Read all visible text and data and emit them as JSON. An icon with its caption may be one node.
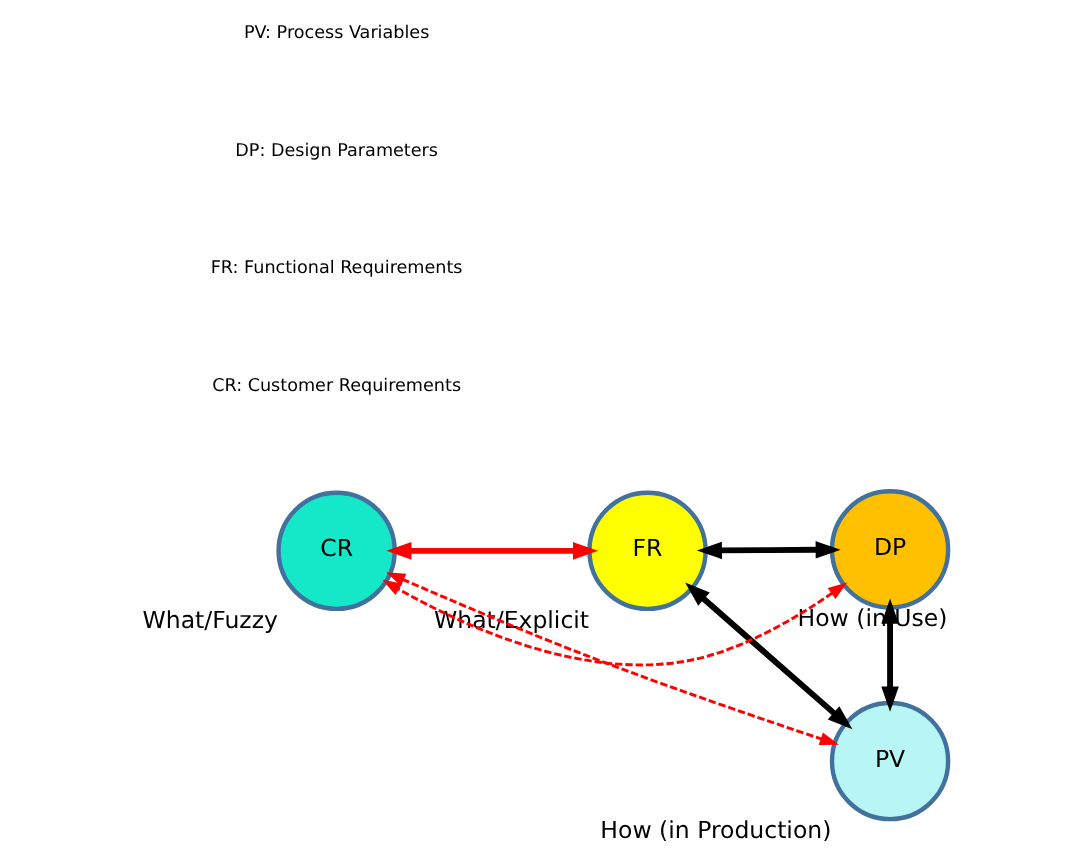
{
  "diagram": {
    "nodes": [
      {
        "text": [
          "CR"
        ],
        "beside": [
          "What/Fuzzy"
        ]
      },
      {
        "text": [
          "FR"
        ],
        "beside": [
          "What/Explicit"
        ]
      },
      {
        "text": [
          "DP"
        ],
        "beside": [
          "How (in Use)"
        ]
      },
      {
        "text": [
          "PV"
        ],
        "beside": [
          "How (in Production)"
        ]
      }
    ],
    "edges": [
      {
        "from": 0,
        "to": 1,
        "arrow": "both",
        "color": "#ff0000"
      },
      {
        "from": 2,
        "to": 0,
        "arrow": "both",
        "style": "dashed",
        "color": "#ff0000"
      },
      {
        "from": 0,
        "to": 3,
        "arrow": "both",
        "style": "dashed",
        "color": "#ff0000"
      },
      {
        "from": 1,
        "to": 2,
        "arrow": "both",
        "color": "#000000"
      },
      {
        "from": 2,
        "to": 3,
        "arrow": "both",
        "color": "#000000"
      },
      {
        "from": 1,
        "to": 3,
        "arrow": "both",
        "color": "#000000"
      }
    ],
    "labels": [
      "CR: Customer Requirements",
      "FR: Functional Requirements",
      "DP: Design Parameters",
      "PV: Process Variables"
    ]
  }
}
